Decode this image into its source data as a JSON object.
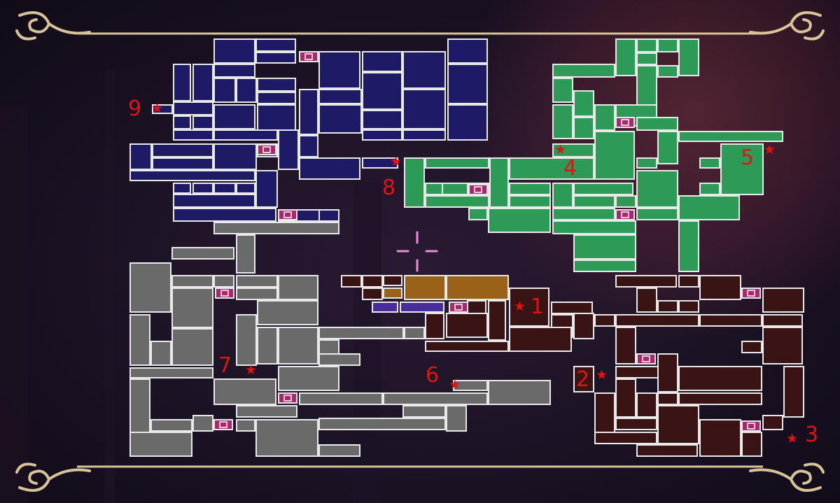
{
  "map": {
    "region_colors": {
      "blue": "#1e1a66",
      "green": "#2d9a57",
      "gray": "#6a6a6a",
      "maroon": "#3a1414",
      "orange": "#9a6218",
      "purple": "#4a2c9a"
    },
    "save_icon": "save-point-icon",
    "cursor_icon": "crosshair-cursor-icon",
    "frame_color": "#d9c49a",
    "locations": [
      {
        "number": "1",
        "icon": "star-icon"
      },
      {
        "number": "2",
        "icon": "star-icon"
      },
      {
        "number": "3",
        "icon": "star-icon"
      },
      {
        "number": "4",
        "icon": "star-icon"
      },
      {
        "number": "5",
        "icon": "star-icon"
      },
      {
        "number": "6",
        "icon": "star-icon"
      },
      {
        "number": "7",
        "icon": "star-icon"
      },
      {
        "number": "8",
        "icon": "star-icon"
      },
      {
        "number": "9",
        "icon": "star-icon"
      }
    ]
  }
}
